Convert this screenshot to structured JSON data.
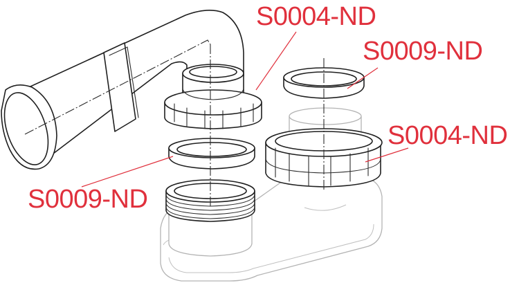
{
  "figure": {
    "accent_color": "#e0303c",
    "callouts": [
      {
        "id": "nut-left",
        "text": "S0004-ND"
      },
      {
        "id": "gasket-right",
        "text": "S0009-ND"
      },
      {
        "id": "nut-right",
        "text": "S0004-ND"
      },
      {
        "id": "gasket-left",
        "text": "S0009-ND"
      }
    ]
  }
}
